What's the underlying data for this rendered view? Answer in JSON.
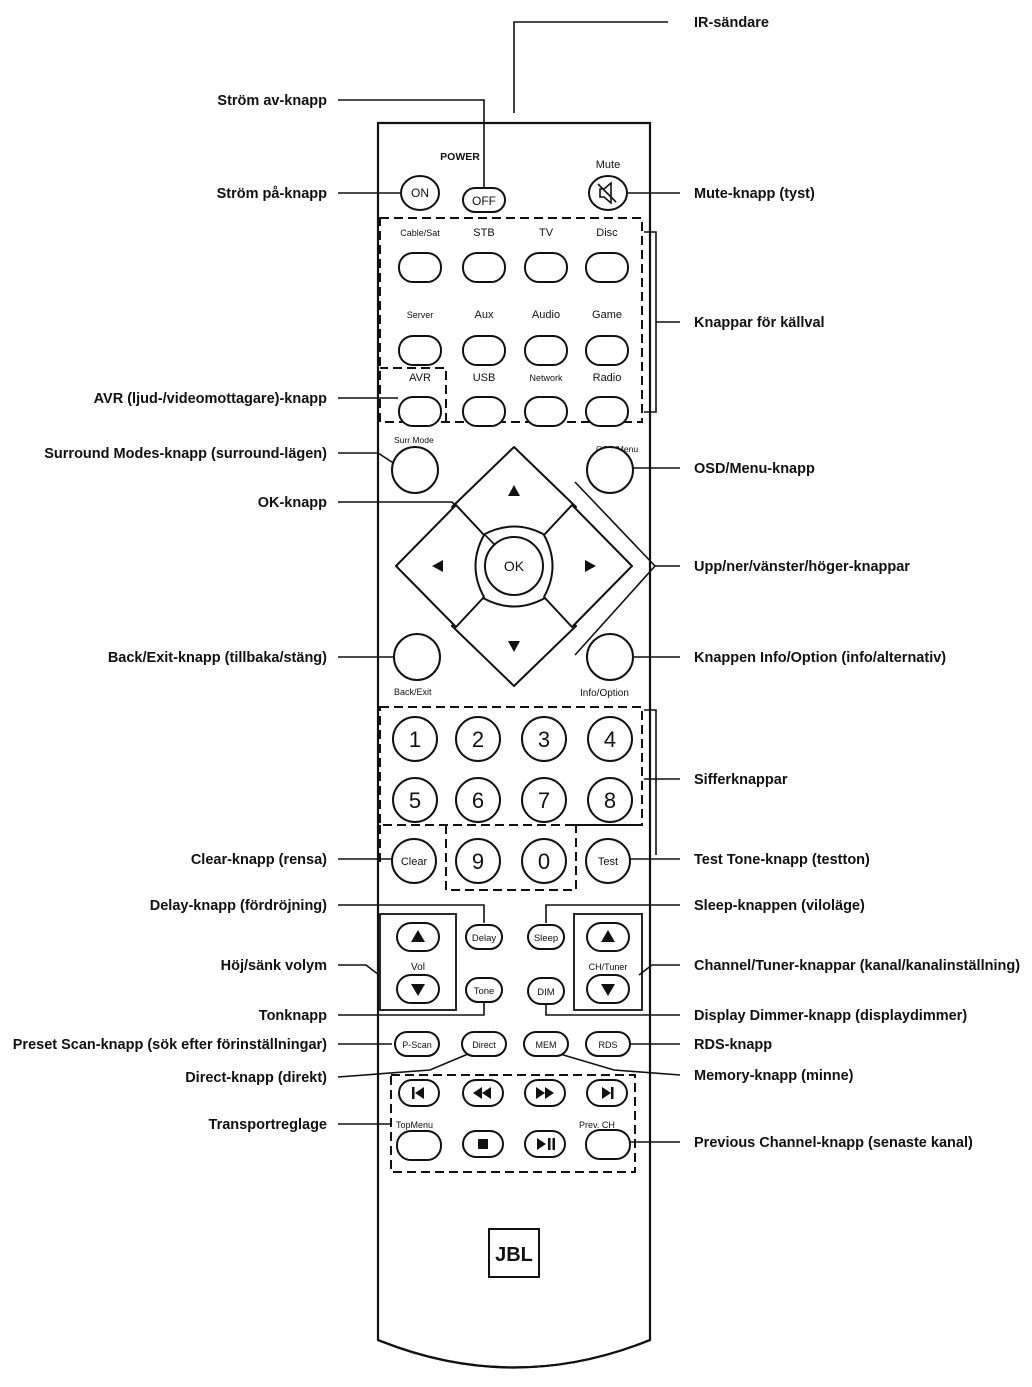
{
  "remote": {
    "power_label": "POWER",
    "mute_label": "Mute",
    "on": "ON",
    "off": "OFF",
    "sources": [
      "Cable/Sat",
      "STB",
      "TV",
      "Disc",
      "Server",
      "Aux",
      "Audio",
      "Game",
      "AVR",
      "USB",
      "Network",
      "Radio"
    ],
    "surr_mode": "Surr Mode",
    "osd_menu": "OSD/Menu",
    "ok": "OK",
    "back_exit": "Back/Exit",
    "info_option": "Info/Option",
    "digits": [
      "1",
      "2",
      "3",
      "4",
      "5",
      "6",
      "7",
      "8",
      "9",
      "0"
    ],
    "clear": "Clear",
    "test": "Test",
    "delay": "Delay",
    "sleep": "Sleep",
    "vol": "Vol",
    "ch_tuner": "CH/Tuner",
    "tone": "Tone",
    "dim": "DIM",
    "p_scan": "P-Scan",
    "direct": "Direct",
    "mem": "MEM",
    "rds": "RDS",
    "top_menu": "TopMenu",
    "prev_ch": "Prev. CH",
    "brand": "JBL"
  },
  "callouts": {
    "ir": "IR-sändare",
    "power_off": "Ström av-knapp",
    "power_on": "Ström på-knapp",
    "mute": "Mute-knapp (tyst)",
    "sources": "Knappar för källval",
    "avr": "AVR (ljud-/videomottagare)-knapp",
    "surround": "Surround Modes-knapp (surround-lägen)",
    "osd": "OSD/Menu-knapp",
    "ok": "OK-knapp",
    "arrows": "Upp/ner/vänster/höger-knappar",
    "back": "Back/Exit-knapp (tillbaka/stäng)",
    "info": "Knappen Info/Option (info/alternativ)",
    "numeric": "Sifferknappar",
    "clear": "Clear-knapp (rensa)",
    "test_tone": "Test Tone-knapp (testton)",
    "delay": "Delay-knapp (fördröjning)",
    "sleep": "Sleep-knappen (viloläge)",
    "volume": "Höj/sänk volym",
    "channel": "Channel/Tuner-knappar (kanal/kanalinställning)",
    "tone": "Tonknapp",
    "dimmer": "Display Dimmer-knapp (displaydimmer)",
    "preset_scan": "Preset Scan-knapp (sök efter förinställningar)",
    "rds": "RDS-knapp",
    "direct": "Direct-knapp (direkt)",
    "memory": "Memory-knapp (minne)",
    "transport": "Transportreglage",
    "prev_channel": "Previous Channel-knapp (senaste kanal)"
  }
}
